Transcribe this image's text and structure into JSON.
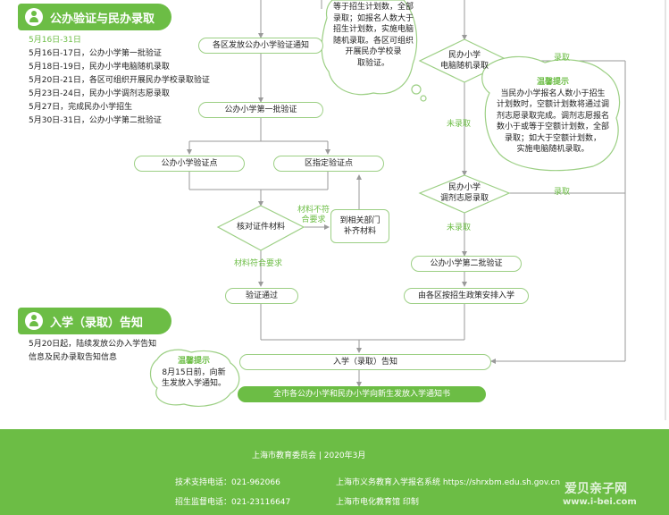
{
  "section1": {
    "title": "公办验证与民办录取"
  },
  "section2": {
    "title": "入学（录取）告知"
  },
  "schedule": {
    "range": "5月16日-31日",
    "items": [
      "5月16日-17日，公办小学第一批验证",
      "5月18日-19日，民办小学电脑随机录取",
      "5月20日-21日，各区可组织开展民办学校录取验证",
      "5月23日-24日，民办小学调剂志愿录取",
      "5月27日，完成民办小学招生",
      "5月30日-31日，公办小学第二批验证"
    ]
  },
  "notice": {
    "lines": [
      "5月20日起，陆续发放公办入学告知",
      "信息及民办录取告知信息"
    ]
  },
  "boxes": {
    "district_notice": "各区发放公办小学验证通知",
    "first_batch": "公办小学第一批验证",
    "verify_point": "公办小学验证点",
    "district_point": "区指定验证点",
    "check_docs": "核对证件材料",
    "supplement": [
      "到相关部门",
      "补齐材料"
    ],
    "pass": "验证通过",
    "private_random": [
      "民办小学",
      "电脑随机录取"
    ],
    "private_adjust": [
      "民办小学",
      "调剂志愿录取"
    ],
    "second_batch": "公办小学第二批验证",
    "district_policy": "由各区按招生政策安排入学",
    "enroll_notice": "入学（录取）告知",
    "city_notice": "全市各公办小学和民办小学向新生发放入学通知书"
  },
  "labels": {
    "not_meet": [
      "材料不符",
      "合要求"
    ],
    "meet": "材料符合要求",
    "admitted1": "录取",
    "not_admitted1": "未录取",
    "admitted2": "录取",
    "not_admitted2": "未录取"
  },
  "tips": {
    "top": [
      "等于招生计划数，全部",
      "录取；如报名人数大于",
      "招生计划数，实施电脑",
      "随机录取。各区可组织",
      "开展民办学校录",
      "取验证。"
    ],
    "right_heading": "温馨提示",
    "right": [
      "当民办小学报名人数小于招生",
      "计划数时，空额计划数将通过调",
      "剂志愿录取完成。调剂志愿报名",
      "数小于或等于空额计划数，全部",
      "录取；如大于空额计划数，",
      "实施电脑随机录取。"
    ],
    "bottom_heading": "温馨提示",
    "bottom": [
      "8月15日前，向新",
      "生发放入学通知。"
    ]
  },
  "footer": {
    "org": "上海市教育委员会  |  2020年3月",
    "tech_label": "技术支持电话：",
    "tech_phone": "021-962066",
    "system": "上海市义务教育入学报名系统  https://shrxbm.edu.sh.gov.cn",
    "supervise_label": "招生监督电话：",
    "supervise_phone": "021-23116647",
    "printer": "上海市电化教育馆  印制",
    "watermark1": "爱贝亲子网",
    "watermark2": "www.i-bei.com"
  },
  "colors": {
    "accent": "#6cbd45",
    "line": "#9a9a9a",
    "box_border": "#9ccf84"
  }
}
